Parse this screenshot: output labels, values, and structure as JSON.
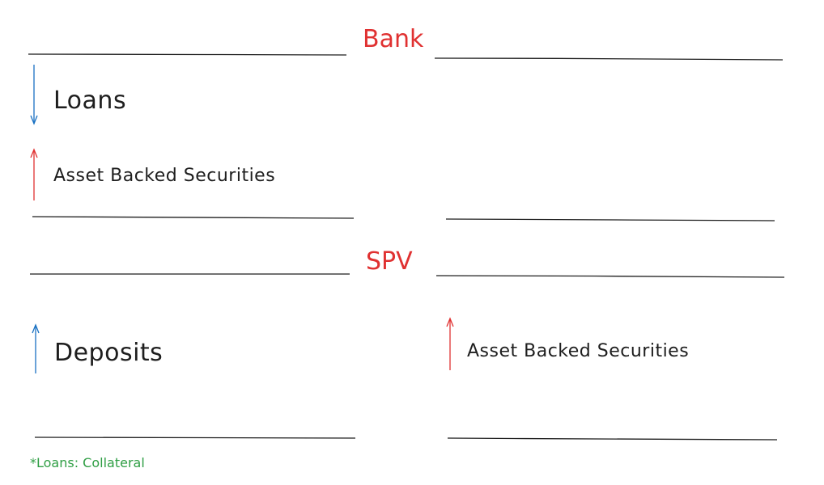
{
  "bank": {
    "title": "Bank",
    "left": {
      "items": [
        {
          "label": "Loans",
          "direction": "down",
          "arrow_color": "#1971c2"
        },
        {
          "label": "Asset Backed Securities",
          "direction": "up",
          "arrow_color": "#e03131"
        }
      ]
    }
  },
  "spv": {
    "title": "SPV",
    "left": {
      "items": [
        {
          "label": "Deposits",
          "direction": "up",
          "arrow_color": "#1971c2"
        }
      ]
    },
    "right": {
      "items": [
        {
          "label": "Asset Backed Securities",
          "direction": "up",
          "arrow_color": "#e03131"
        }
      ]
    }
  },
  "note": "*Loans: Collateral",
  "colors": {
    "title": "#e03131",
    "note": "#2f9e44",
    "ink": "#1e1e1e"
  }
}
